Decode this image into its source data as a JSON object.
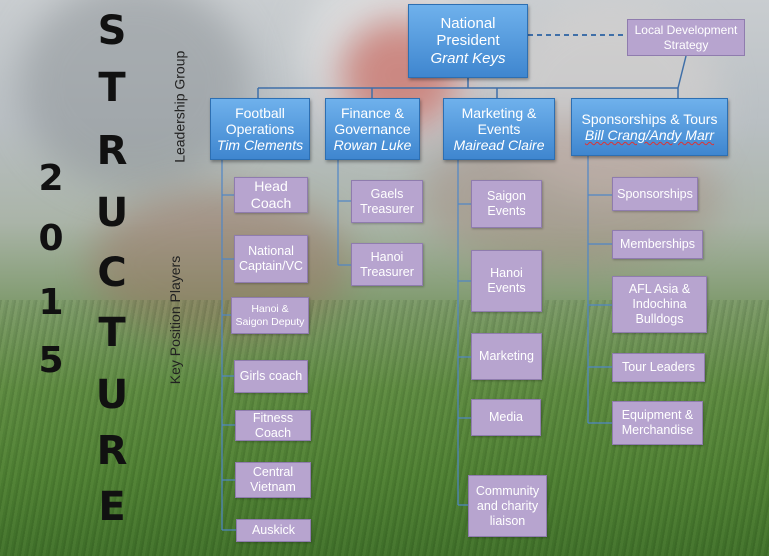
{
  "title_letters": [
    "S",
    "T",
    "R",
    "U",
    "C",
    "T",
    "U",
    "R",
    "E"
  ],
  "year_digits": [
    "2",
    "0",
    "1",
    "5"
  ],
  "labels": {
    "leadership_group": "Leadership Group",
    "key_position_players": "Key Position Players"
  },
  "president": {
    "title": "National President",
    "name": "Grant Keys"
  },
  "strategy": "Local Development Strategy",
  "departments": [
    {
      "title": "Football Operations",
      "lead": "Tim Clements"
    },
    {
      "title": "Finance & Governance",
      "lead": "Rowan Luke"
    },
    {
      "title": "Marketing & Events",
      "lead": "Mairead Claire"
    },
    {
      "title": "Sponsorships & Tours",
      "lead": "Bill Crang/Andy Marr"
    }
  ],
  "football_roles": [
    "Head Coach",
    "National Captain/VC",
    "Hanoi & Saigon Deputy",
    "Girls coach",
    "Fitness Coach",
    "Central Vietnam",
    "Auskick"
  ],
  "finance_roles": [
    "Gaels Treasurer",
    "Hanoi Treasurer"
  ],
  "marketing_roles": [
    "Saigon Events",
    "Hanoi Events",
    "Marketing",
    "Media",
    "Community and charity liaison"
  ],
  "sponsorship_roles": [
    "Sponsorships",
    "Memberships",
    "AFL Asia & Indochina Bulldogs",
    "Tour Leaders",
    "Equipment & Merchandise"
  ]
}
